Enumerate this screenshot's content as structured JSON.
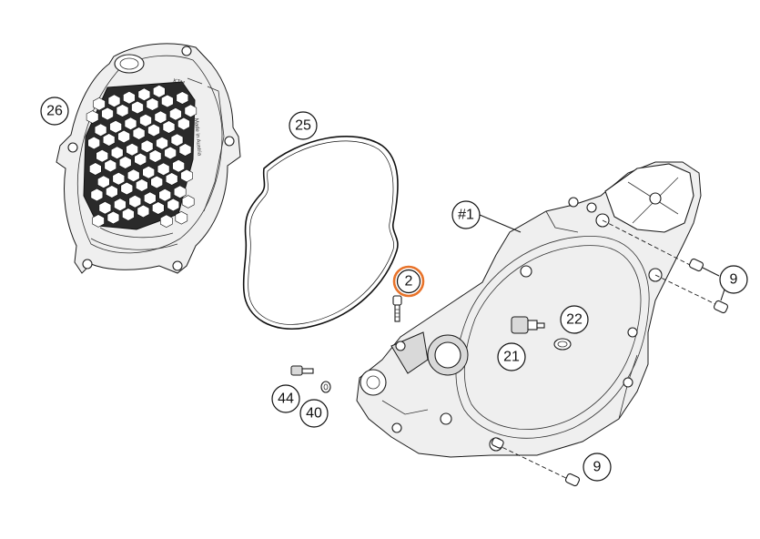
{
  "callouts": {
    "c26": "26",
    "c25": "25",
    "c1": "#1",
    "c2": "2",
    "c9a": "9",
    "c9b": "9",
    "c22": "22",
    "c21": "21",
    "c44": "44",
    "c40": "40"
  },
  "highlight_color": "#e8732a",
  "cover_embossing": [
    "Made in Austria",
    "KTM"
  ]
}
